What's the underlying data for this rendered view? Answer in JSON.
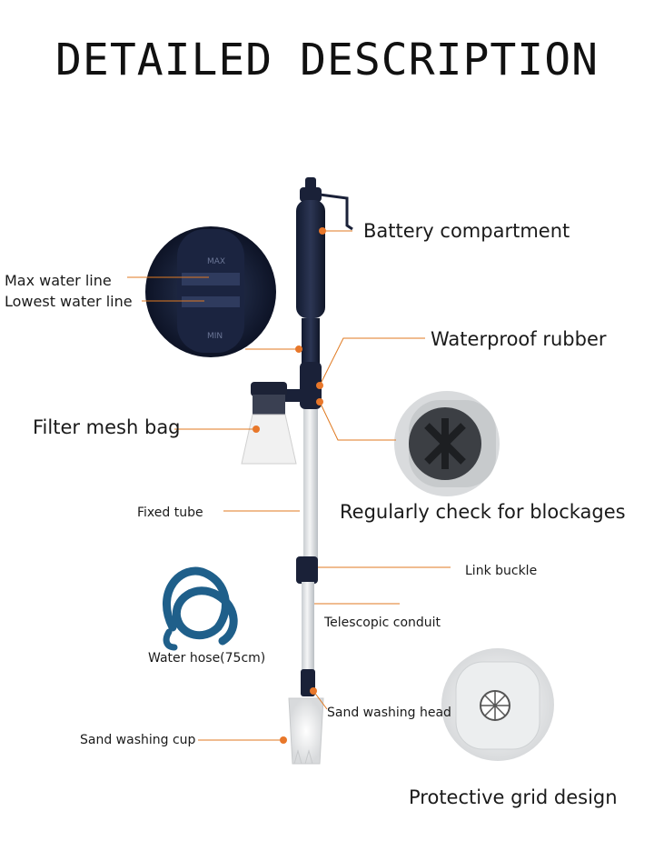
{
  "title": "DETAILED DESCRIPTION",
  "labels": {
    "battery": "Battery compartment",
    "max_line": "Max water  line",
    "low_line": "Lowest water  line",
    "waterproof": "Waterproof rubber",
    "filter": "Filter mesh bag",
    "check": "Regularly check for blockages",
    "fixed_tube": "Fixed tube",
    "link_buckle": "Link buckle",
    "telescopic": "Telescopic conduit",
    "hose": "Water hose(75cm)",
    "sand_head": "Sand washing head",
    "sand_cup": "Sand washing cup",
    "grid": "Protective grid design"
  },
  "colors": {
    "leader": "#e07a22",
    "dot": "#e8772a",
    "handle": "#222a44",
    "tube": "#d9dde0",
    "hose": "#1f5f8a"
  }
}
